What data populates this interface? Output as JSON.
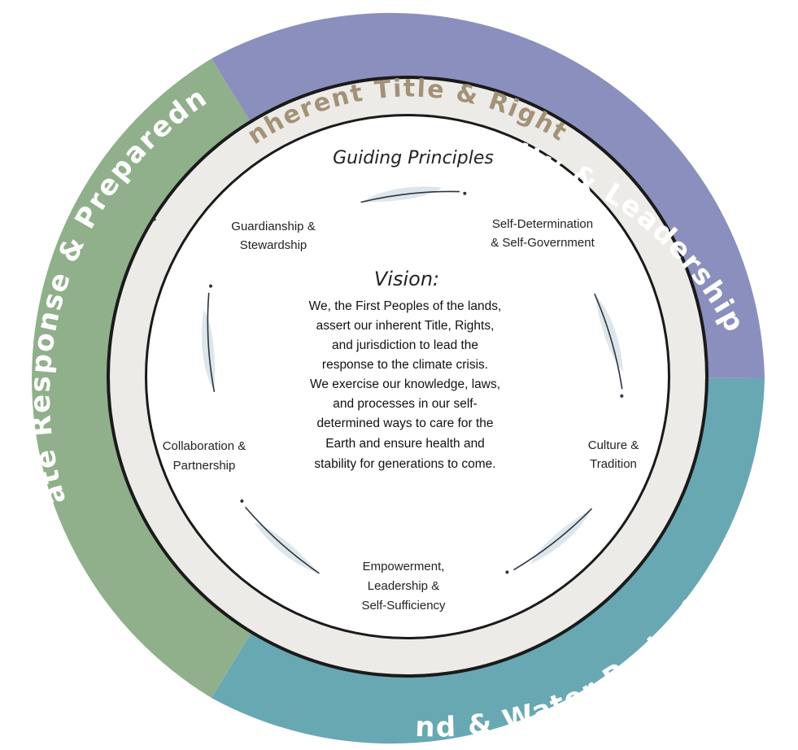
{
  "outer_sections": [
    {
      "label": "Capacity & Leadership",
      "color": "#8b8fbd"
    },
    {
      "label": "Land & Water Protection",
      "color": "#68a8b3"
    },
    {
      "label": "Climate Response & Preparedness",
      "color": "#8fb08a"
    }
  ],
  "ring": {
    "label": "Inherent Title & Rights",
    "color": "#edebe7"
  },
  "principles_title": "Guiding Principles",
  "principles": [
    {
      "lines": [
        "Guardianship &",
        "Stewardship"
      ]
    },
    {
      "lines": [
        "Self-Determination",
        "& Self-Government"
      ]
    },
    {
      "lines": [
        "Culture &",
        "Tradition"
      ]
    },
    {
      "lines": [
        "Empowerment,",
        "Leadership &",
        "Self-Sufficiency"
      ]
    },
    {
      "lines": [
        "Collaboration &",
        "Partnership"
      ]
    }
  ],
  "vision": {
    "title": "Vision:",
    "lines": [
      "We, the First Peoples of the lands,",
      "assert our inherent Title, Rights,",
      "and jurisdiction to lead the",
      "response to the climate crisis.",
      "We exercise our knowledge, laws,",
      "and processes in our self-",
      "determined ways to care for the",
      "Earth and ensure health and",
      "stability for generations to come."
    ]
  }
}
